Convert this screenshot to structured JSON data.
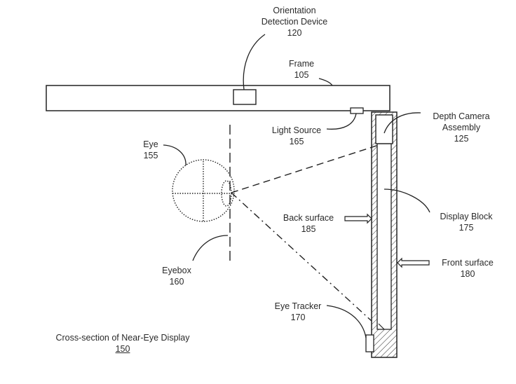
{
  "figure": {
    "title": "Cross-section of Near-Eye Display",
    "title_ref": "150"
  },
  "labels": {
    "orientation": {
      "name_line1": "Orientation",
      "name_line2": "Detection Device",
      "ref": "120"
    },
    "frame": {
      "name": "Frame",
      "ref": "105"
    },
    "depth_camera": {
      "name_line1": "Depth Camera",
      "name_line2": "Assembly",
      "ref": "125"
    },
    "light_source": {
      "name": "Light Source",
      "ref": "165"
    },
    "eye": {
      "name": "Eye",
      "ref": "155"
    },
    "back_surface": {
      "name": "Back surface",
      "ref": "185"
    },
    "display_block": {
      "name": "Display Block",
      "ref": "175"
    },
    "front_surface": {
      "name": "Front surface",
      "ref": "180"
    },
    "eyebox": {
      "name": "Eyebox",
      "ref": "160"
    },
    "eye_tracker": {
      "name": "Eye Tracker",
      "ref": "170"
    }
  },
  "colors": {
    "ink": "#222222",
    "background": "#ffffff"
  }
}
